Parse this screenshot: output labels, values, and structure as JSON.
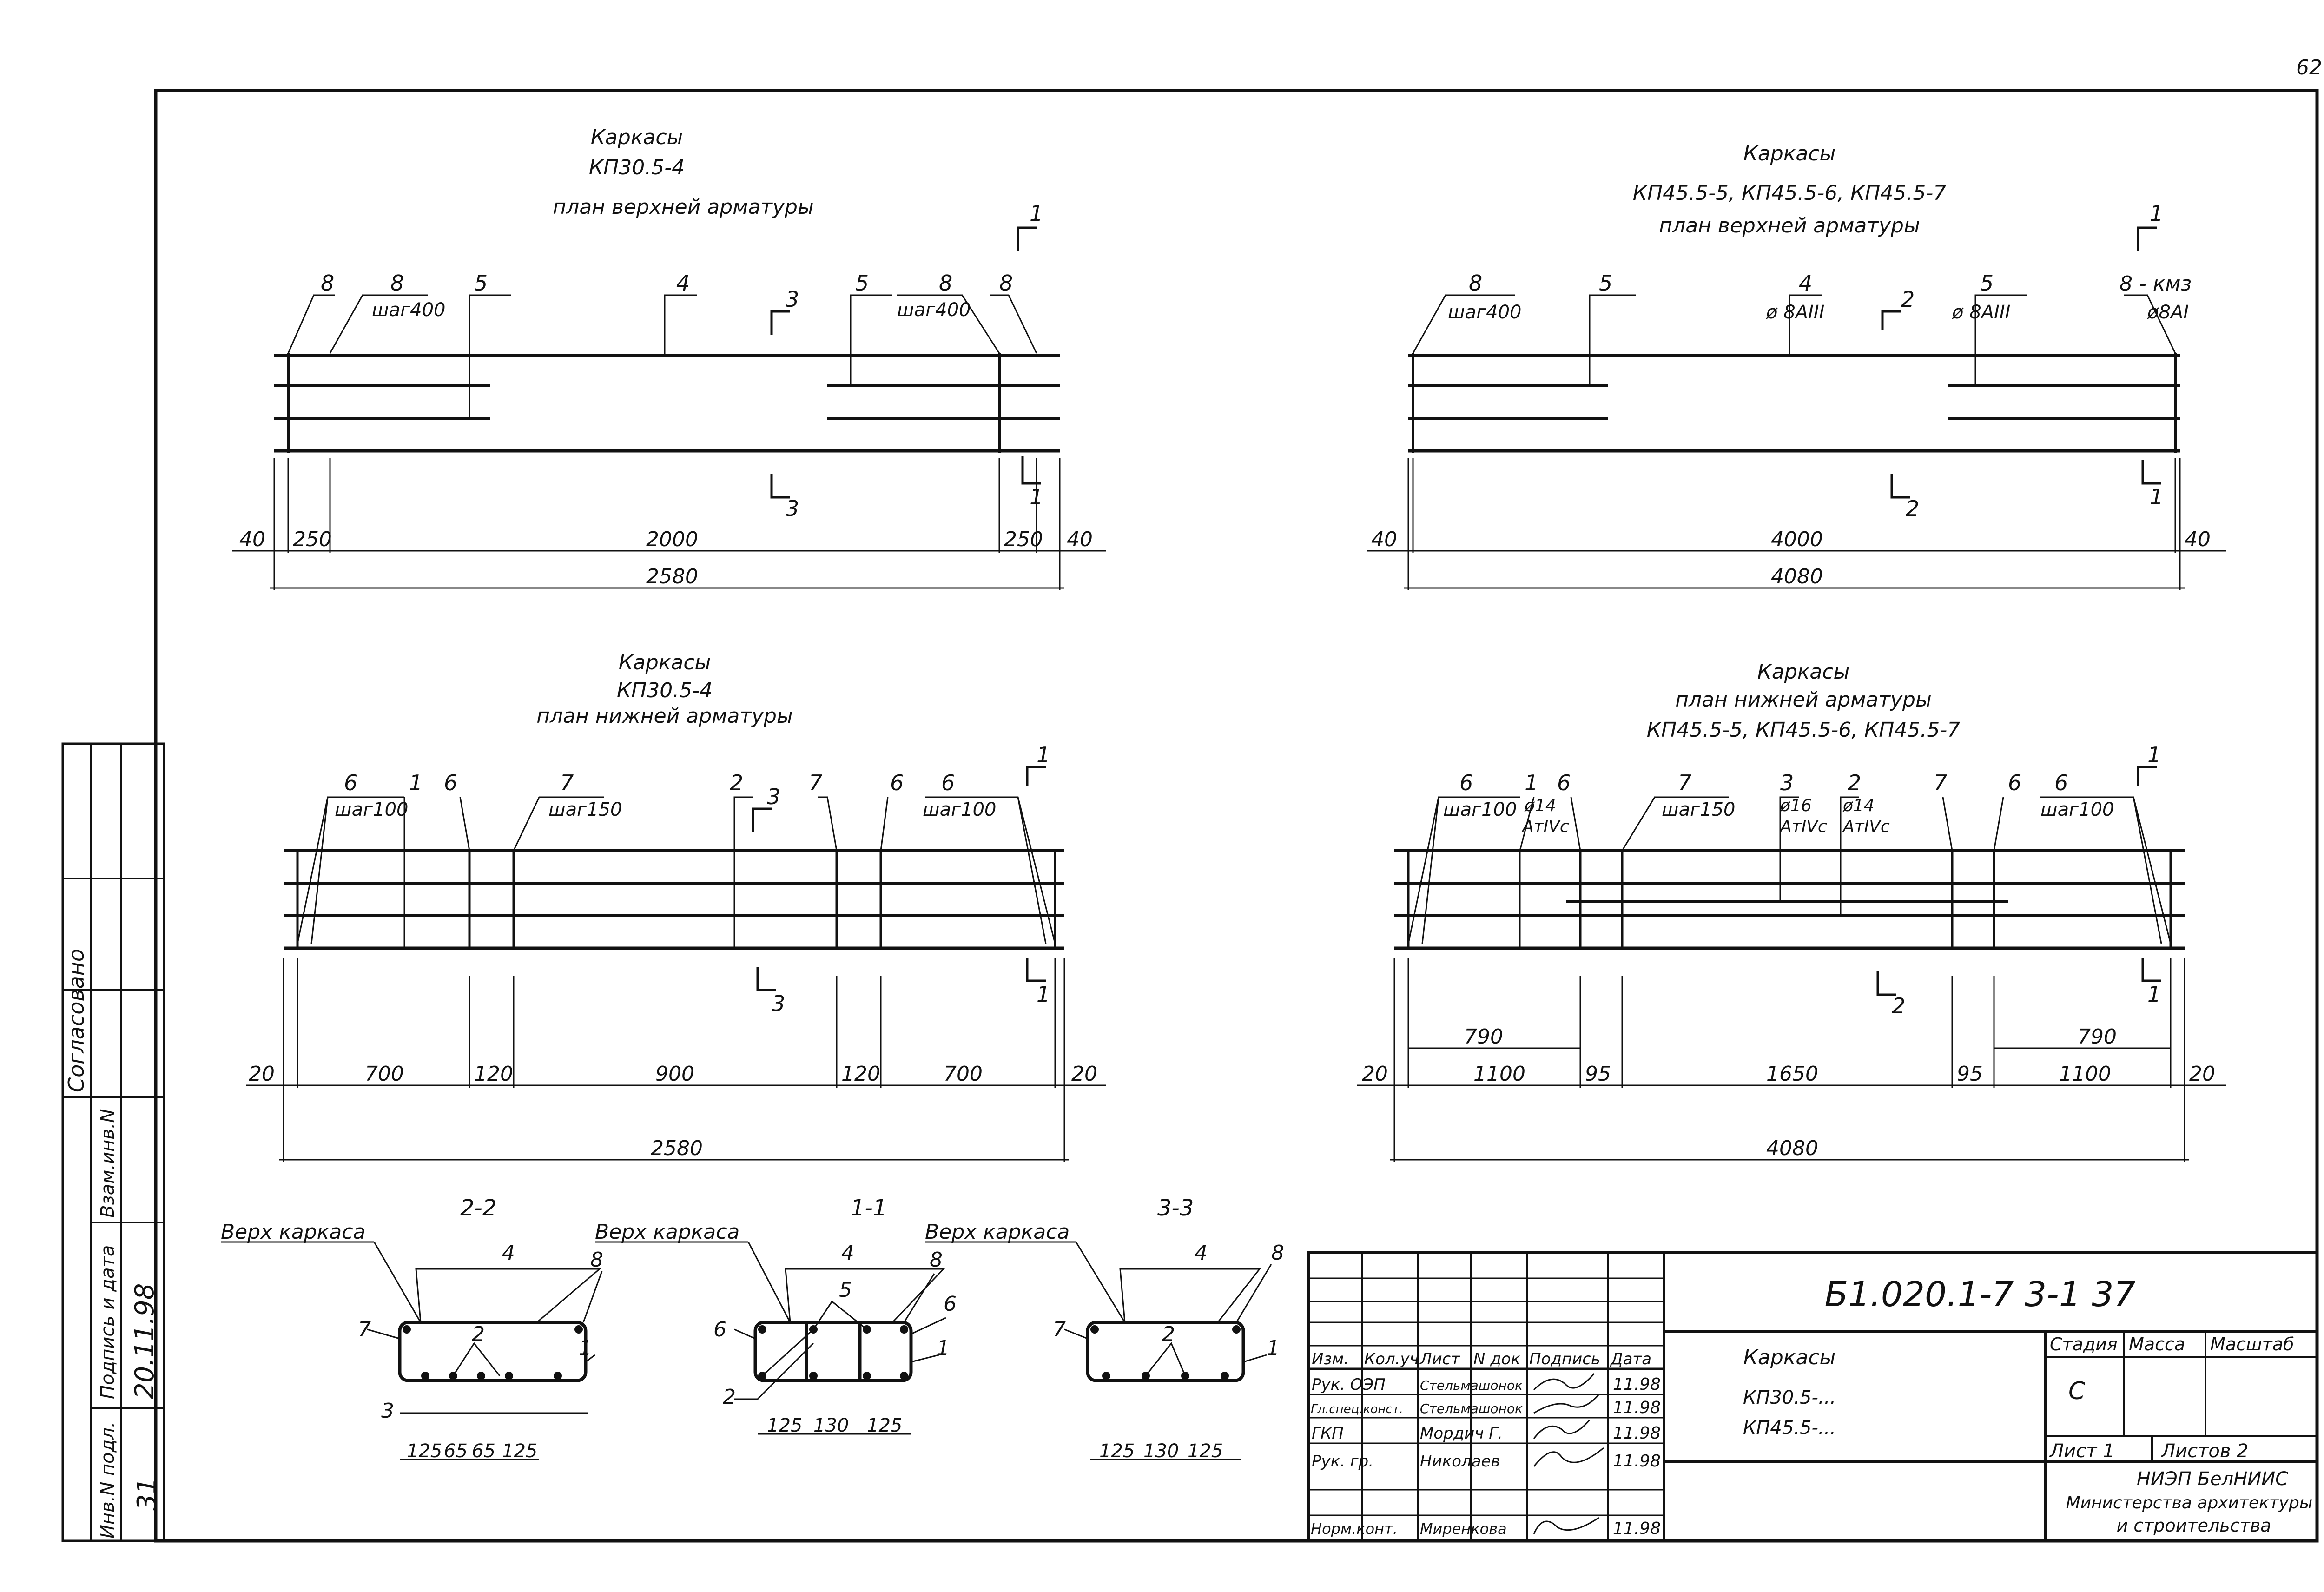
{
  "page_number": "62",
  "side_strip": {
    "agreed": "Согласовано",
    "inv_replace": "Взам.инв.N",
    "sign_date": "Подпись и дата",
    "sign_date_value": "20.11.98",
    "inv_orig": "Инв.N подл.",
    "inv_orig_value": "31"
  },
  "views": {
    "tl": {
      "title1": "Каркасы",
      "title2": "КП30.5-4",
      "title3": "план верхней арматуры",
      "labels": {
        "a": "8",
        "b": "8",
        "b2": "шаг400",
        "c": "5",
        "d": "4",
        "e": "5",
        "f": "8",
        "f2": "шаг400",
        "g": "8"
      },
      "sections": {
        "s1": "1",
        "s3": "3"
      },
      "dims": [
        "40",
        "250",
        "2000",
        "250",
        "40"
      ],
      "total": "2580"
    },
    "tr": {
      "title1": "Каркасы",
      "title2": "КП45.5-5, КП45.5-6, КП45.5-7",
      "title3": "план верхней арматуры",
      "labels": {
        "a": "8",
        "a2": "шаг400",
        "c": "5",
        "d": "4",
        "d2": "ø 8АIII",
        "e": "5",
        "e2": "ø 8АIII",
        "g": "8 - кмз",
        "g2": "ø8АI"
      },
      "sections": {
        "s1": "1",
        "s2": "2"
      },
      "dims": [
        "40",
        "4000",
        "40"
      ],
      "total": "4080"
    },
    "bl": {
      "title1": "Каркасы",
      "title2": "КП30.5-4",
      "title3": "план нижней арматуры",
      "labels": {
        "a": "6",
        "a2": "шаг100",
        "b": "1",
        "c": "6",
        "d": "7",
        "d2": "шаг150",
        "e": "2",
        "f": "7",
        "g": "6",
        "h": "6",
        "h2": "шаг100"
      },
      "sections": {
        "s1": "1",
        "s3": "3"
      },
      "dims": [
        "20",
        "700",
        "120",
        "900",
        "120",
        "700",
        "20"
      ],
      "total": "2580"
    },
    "br": {
      "title1": "Каркасы",
      "title2": "план нижней арматуры",
      "title3": "КП45.5-5, КП45.5-6, КП45.5-7",
      "labels": {
        "a": "6",
        "a2": "шаг100",
        "b": "1",
        "b2": "ø14",
        "b3": "АтIVс",
        "c": "6",
        "d": "7",
        "d2": "шаг150",
        "e": "3",
        "e2": "ø16",
        "e3": "АтIVс",
        "f": "2",
        "f2": "ø14",
        "f3": "АтIVс",
        "g": "7",
        "h": "6",
        "i": "6",
        "i2": "шаг100"
      },
      "sections": {
        "s1": "1",
        "s2": "2"
      },
      "dims": [
        "20",
        "1100",
        "95",
        "1650",
        "95",
        "1100",
        "20"
      ],
      "extra": [
        "790",
        "790"
      ],
      "total": "4080"
    }
  },
  "cross_sections": {
    "top_note": "Верх каркаса",
    "s22": {
      "title": "2-2",
      "marks": [
        "4",
        "8",
        "7",
        "2",
        "1",
        "3"
      ],
      "dims": [
        "125",
        "65",
        "65",
        "125"
      ]
    },
    "s11": {
      "title": "1-1",
      "marks": [
        "4",
        "5",
        "8",
        "6",
        "6",
        "1",
        "2"
      ],
      "dims": [
        "125",
        "130",
        "125"
      ]
    },
    "s33": {
      "title": "3-3",
      "marks": [
        "4",
        "8",
        "7",
        "2",
        "1"
      ],
      "dims": [
        "125",
        "130",
        "125"
      ]
    }
  },
  "title_block": {
    "code": "Б1.020.1-7 3-1 37",
    "name": "Каркасы",
    "name2": "КП30.5-...",
    "name3": "КП45.5-...",
    "headers": {
      "izm": "Изм.",
      "kol": "Кол.уч",
      "list": "Лист",
      "ndok": "N док",
      "podpis": "Подпись",
      "data": "Дата"
    },
    "people": [
      {
        "role": "Рук. ОЭП",
        "name": "Стельмашонок",
        "date": "11.98"
      },
      {
        "role": "Гл.спец.конст.",
        "name": "Стельмашонок",
        "date": "11.98"
      },
      {
        "role": "ГКП",
        "name": "Мордич Г.",
        "date": "11.98"
      },
      {
        "role": "Рук. гр.",
        "name": "Николаев",
        "date": "11.98"
      },
      {
        "role": "",
        "name": "",
        "date": ""
      },
      {
        "role": "Норм.конт.",
        "name": "Миренкова",
        "date": "11.98"
      }
    ],
    "stage_h": "Стадия",
    "mass_h": "Масса",
    "scale_h": "Масштаб",
    "stage": "С",
    "sheet": "Лист 1",
    "sheets": "Листов 2",
    "org1": "НИЭП БелНИИС",
    "org2": "Министерства архитектуры",
    "org3": "и строительства"
  }
}
